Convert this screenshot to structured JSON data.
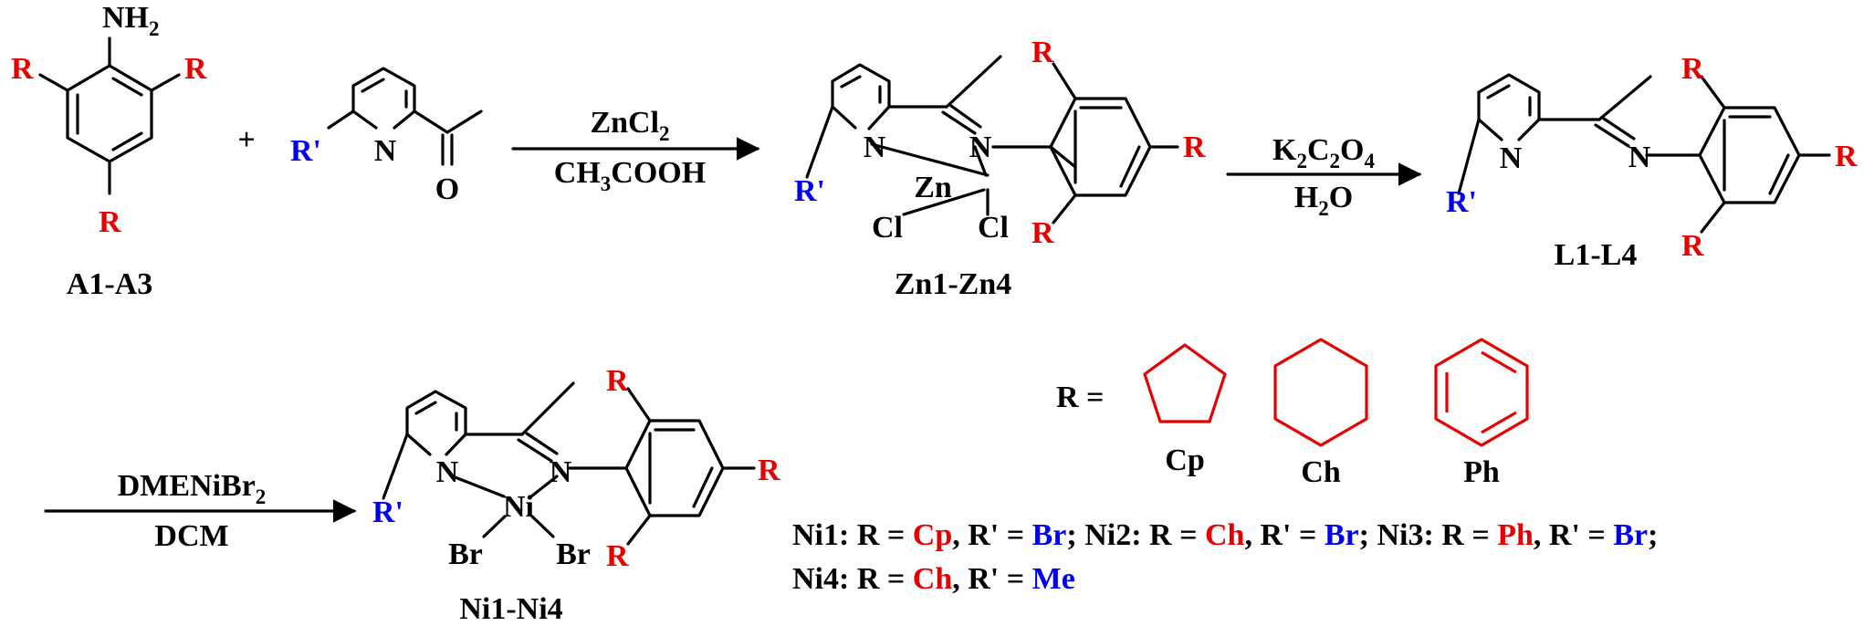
{
  "colors": {
    "substituent_r": "#e60000",
    "substituent_rprime": "#0000ee",
    "bonds": "#000000"
  },
  "atoms": {
    "r": "R",
    "rprime": "R'",
    "n": "N",
    "o": "O",
    "nh": "NH",
    "nh_sub": "2",
    "zn": "Zn",
    "ni": "Ni",
    "cl": "Cl",
    "br": "Br",
    "plus": "+"
  },
  "compounds": {
    "amines": "A1-A3",
    "zinc": "Zn1-Zn4",
    "ligands": "L1-L4",
    "nickel": "Ni1-Ni4"
  },
  "conditions": {
    "step1_top_a": "ZnCl",
    "step1_top_sub": "2",
    "step1_bottom": "CH",
    "step1_bottom_sub": "3",
    "step1_bottom_b": "COOH",
    "step2_top_a": "K",
    "step2_top_sub1": "2",
    "step2_top_b": "C",
    "step2_top_sub2": "2",
    "step2_top_c": "O",
    "step2_top_sub3": "4",
    "step2_bottom_a": "H",
    "step2_bottom_sub": "2",
    "step2_bottom_b": "O",
    "step3_top_a": "DMENiBr",
    "step3_top_sub": "2",
    "step3_bottom": "DCM"
  },
  "legend": {
    "r_equals": "R =",
    "groups": [
      {
        "abbr": "Cp",
        "icon": "cyclopentyl-ring"
      },
      {
        "abbr": "Ch",
        "icon": "cyclohexyl-ring"
      },
      {
        "abbr": "Ph",
        "icon": "phenyl-ring"
      }
    ]
  },
  "assignments": [
    {
      "complex": "Ni1: ",
      "r_label": "R = ",
      "r": "Cp",
      "rp_label": ", R' = ",
      "rp": "Br",
      "sep": "; "
    },
    {
      "complex": "Ni2: ",
      "r_label": "R = ",
      "r": "Ch",
      "rp_label": ", R' = ",
      "rp": "Br",
      "sep": "; "
    },
    {
      "complex": "Ni3: ",
      "r_label": "R = ",
      "r": "Ph",
      "rp_label": ", R' = ",
      "rp": "Br",
      "sep": ";"
    },
    {
      "complex": "Ni4: ",
      "r_label": "R = ",
      "r": "Ch",
      "rp_label": ", R' = ",
      "rp": "Me",
      "sep": ""
    }
  ]
}
